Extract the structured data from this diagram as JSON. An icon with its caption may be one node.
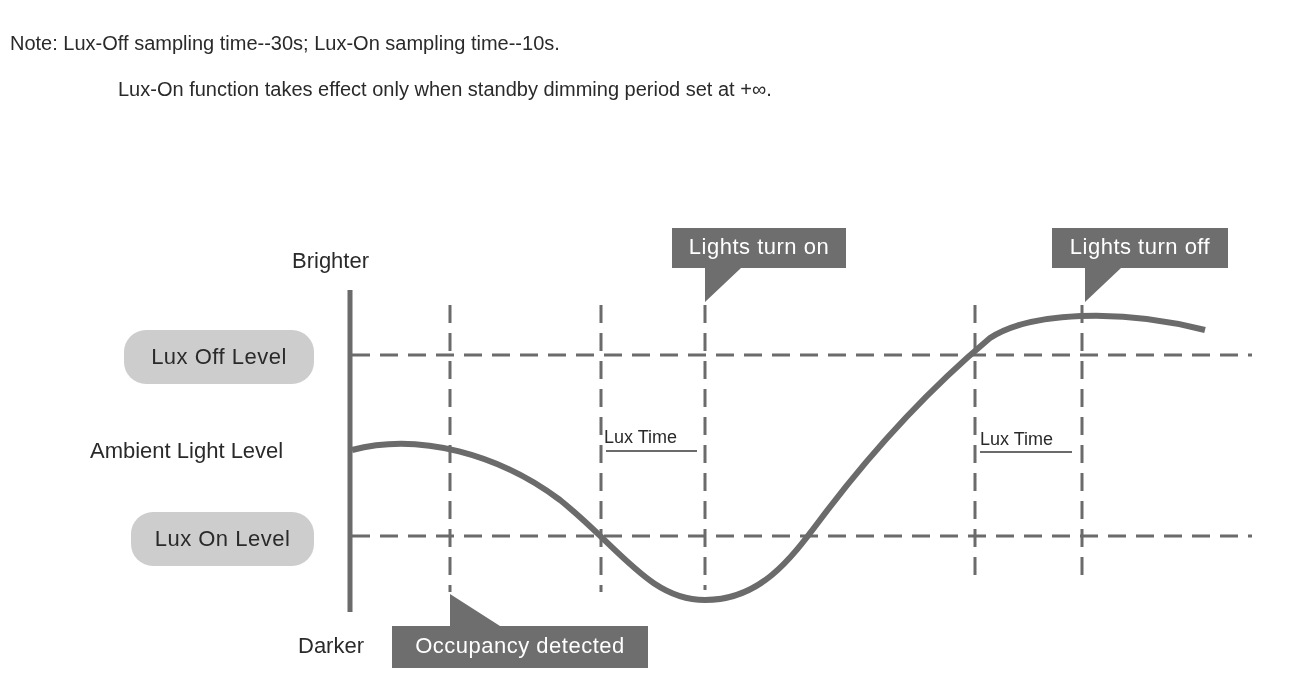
{
  "diagram": {
    "nodes": [
      {
        "text": [
          "Lux Off Level"
        ]
      },
      {
        "text": [
          "Lux On Level"
        ]
      },
      {
        "text": [
          "Lights turn on"
        ]
      },
      {
        "text": [
          "Lights turn off"
        ]
      },
      {
        "text": [
          "Occupancy detected"
        ]
      }
    ],
    "labels": [
      "Note: Lux-Off sampling time--30s; Lux-On sampling time--10s.",
      "Lux-On function takes effect only when standby dimming period set at +∞.",
      "Brighter",
      "Ambient Light Level",
      "Darker",
      "Lux Time",
      "Lux Time"
    ]
  }
}
